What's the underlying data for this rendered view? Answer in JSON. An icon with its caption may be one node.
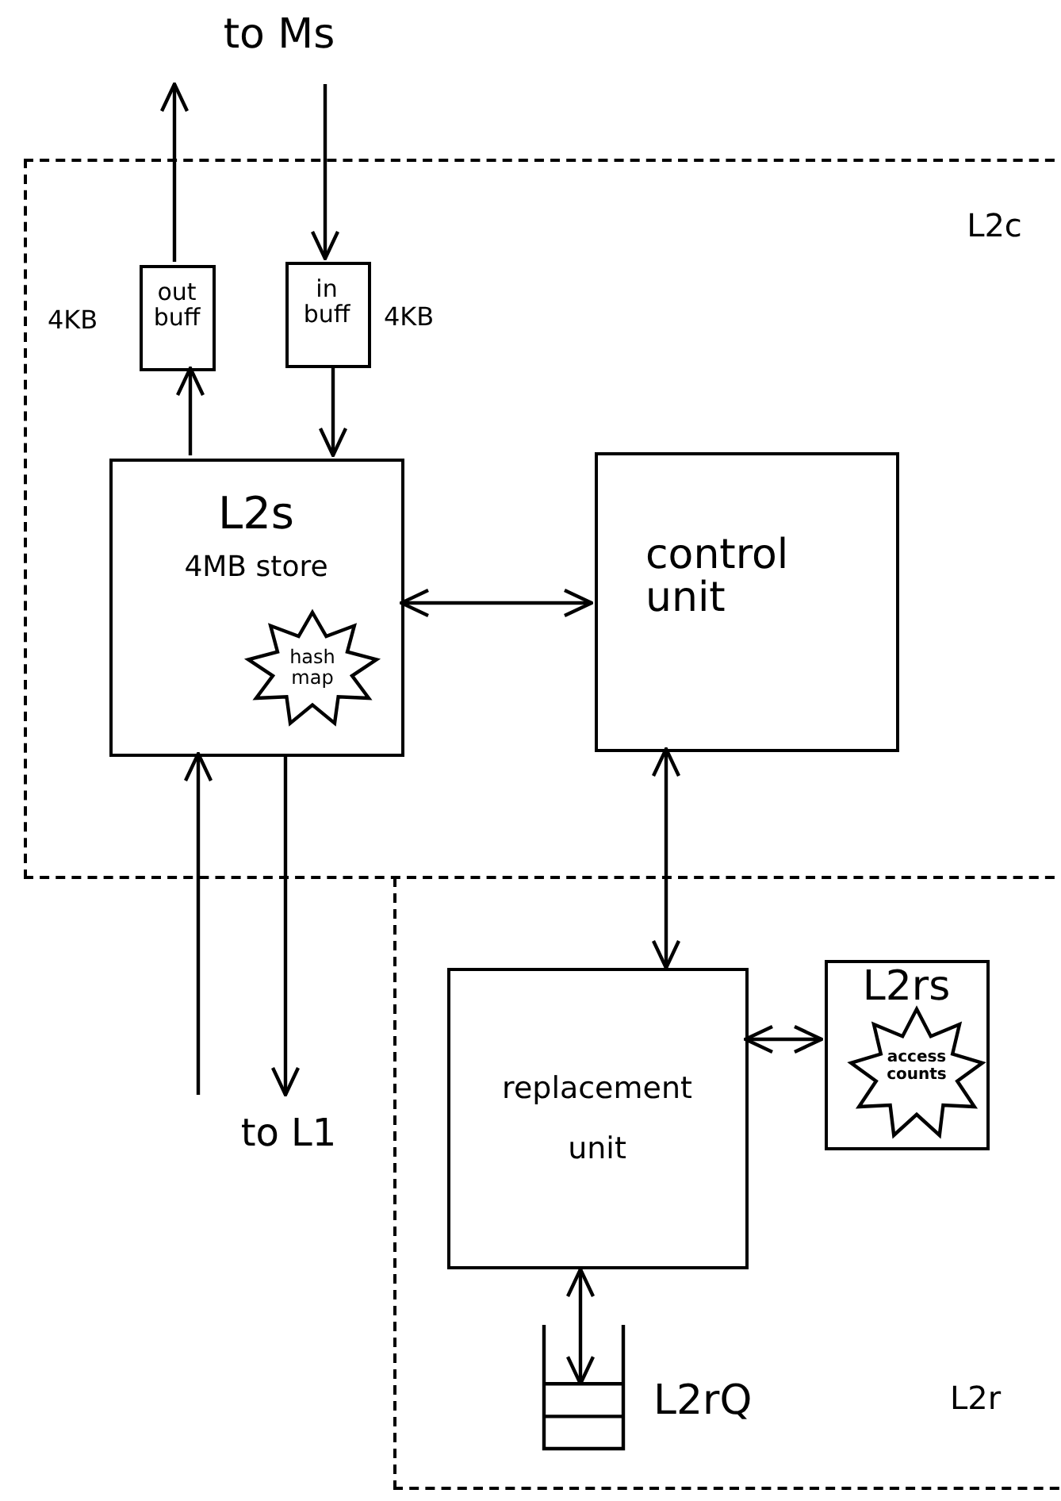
{
  "diagram": {
    "nodes": [
      {
        "text": [
          "L2c"
        ]
      },
      {
        "text": [
          "out buff"
        ],
        "in": 0,
        "beside": [
          "4KB"
        ]
      },
      {
        "text": [
          "in buff"
        ],
        "in": 0,
        "beside": [
          "4KB"
        ]
      },
      {
        "text": [
          "L2s",
          "4MB store"
        ],
        "in": 0
      },
      {
        "text": [
          "hash map"
        ],
        "in": 3
      },
      {
        "text": [
          "control unit"
        ],
        "in": 0
      },
      {
        "text": [
          "L2r"
        ]
      },
      {
        "text": [
          "replacement unit"
        ],
        "in": 6
      },
      {
        "text": [
          "L2rs"
        ],
        "in": 6
      },
      {
        "text": [
          "access counts"
        ],
        "in": 8
      },
      {
        "text": [],
        "shape": "queue",
        "in": 6,
        "beside": [
          "L2rQ"
        ]
      },
      {
        "text": [
          "to Ms"
        ]
      },
      {
        "text": [
          "to L1"
        ]
      }
    ],
    "edges": [
      {
        "from": 1,
        "to": 11,
        "arrow": "to"
      },
      {
        "from": 11,
        "to": 2,
        "arrow": "to"
      },
      {
        "from": 3,
        "to": 1,
        "arrow": "to"
      },
      {
        "from": 2,
        "to": 3,
        "arrow": "to"
      },
      {
        "from": 3,
        "to": 5,
        "arrow": "both"
      },
      {
        "from": 5,
        "to": 7,
        "arrow": "both"
      },
      {
        "from": 7,
        "to": 8,
        "arrow": "both"
      },
      {
        "from": 7,
        "to": 10,
        "arrow": "both"
      },
      {
        "from": 12,
        "to": 3,
        "arrow": "to"
      },
      {
        "from": 3,
        "to": 12,
        "arrow": "to"
      }
    ]
  }
}
